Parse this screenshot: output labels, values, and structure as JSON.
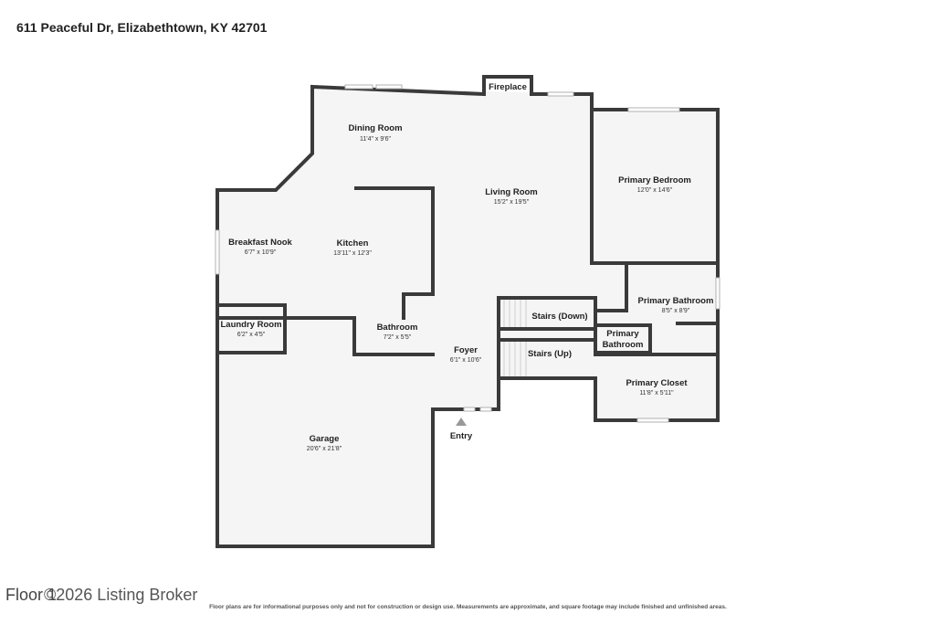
{
  "header": {
    "address": "611 Peaceful Dr, Elizabethtown, KY 42701"
  },
  "rooms": [
    {
      "name": "Dining Room",
      "dims": "11'4\" x 9'6\""
    },
    {
      "name": "Living Room",
      "dims": "15'2\" x 19'5\""
    },
    {
      "name": "Primary Bedroom",
      "dims": "12'0\" x 14'6\""
    },
    {
      "name": "Breakfast Nook",
      "dims": "6'7\" x 10'9\""
    },
    {
      "name": "Kitchen",
      "dims": "13'11\" x 12'3\""
    },
    {
      "name": "Laundry Room",
      "dims": "6'2\" x 4'5\""
    },
    {
      "name": "Bathroom",
      "dims": "7'2\" x 5'5\""
    },
    {
      "name": "Foyer",
      "dims": "6'1\" x 10'6\""
    },
    {
      "name": "Primary Bathroom",
      "dims": "8'5\" x 8'9\""
    },
    {
      "name": "Primary Closet",
      "dims": "11'8\" x 5'11\""
    },
    {
      "name": "Garage",
      "dims": "20'6\" x 21'8\""
    }
  ],
  "labels": {
    "fireplace": "Fireplace",
    "stairs_down": "Stairs (Down)",
    "stairs_up": "Stairs (Up)",
    "primary_bath_small_1": "Primary",
    "primary_bath_small_2": "Bathroom",
    "entry": "Entry"
  },
  "footer": {
    "floor": "Floor 1",
    "broker": "©2026 Listing Broker",
    "disclaimer": "Floor plans are for informational purposes only and not for construction or design use. Measurements are approximate, and square footage may include finished and unfinished areas."
  }
}
